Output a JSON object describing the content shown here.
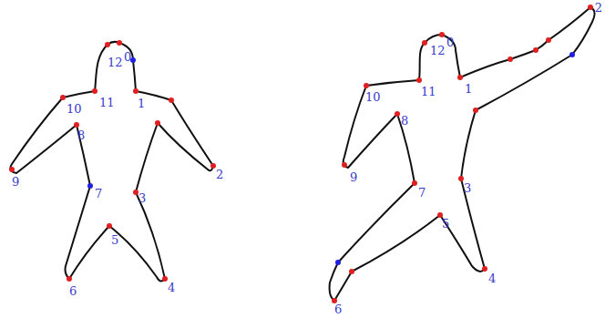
{
  "diagram": {
    "labels": [
      "12",
      "0",
      "1",
      "2",
      "3",
      "4",
      "5",
      "6",
      "7",
      "8",
      "9",
      "10",
      "11",
      "12",
      "0",
      "1",
      "2",
      "3",
      "4",
      "5",
      "6",
      "7",
      "8",
      "9",
      "10",
      "11"
    ]
  }
}
